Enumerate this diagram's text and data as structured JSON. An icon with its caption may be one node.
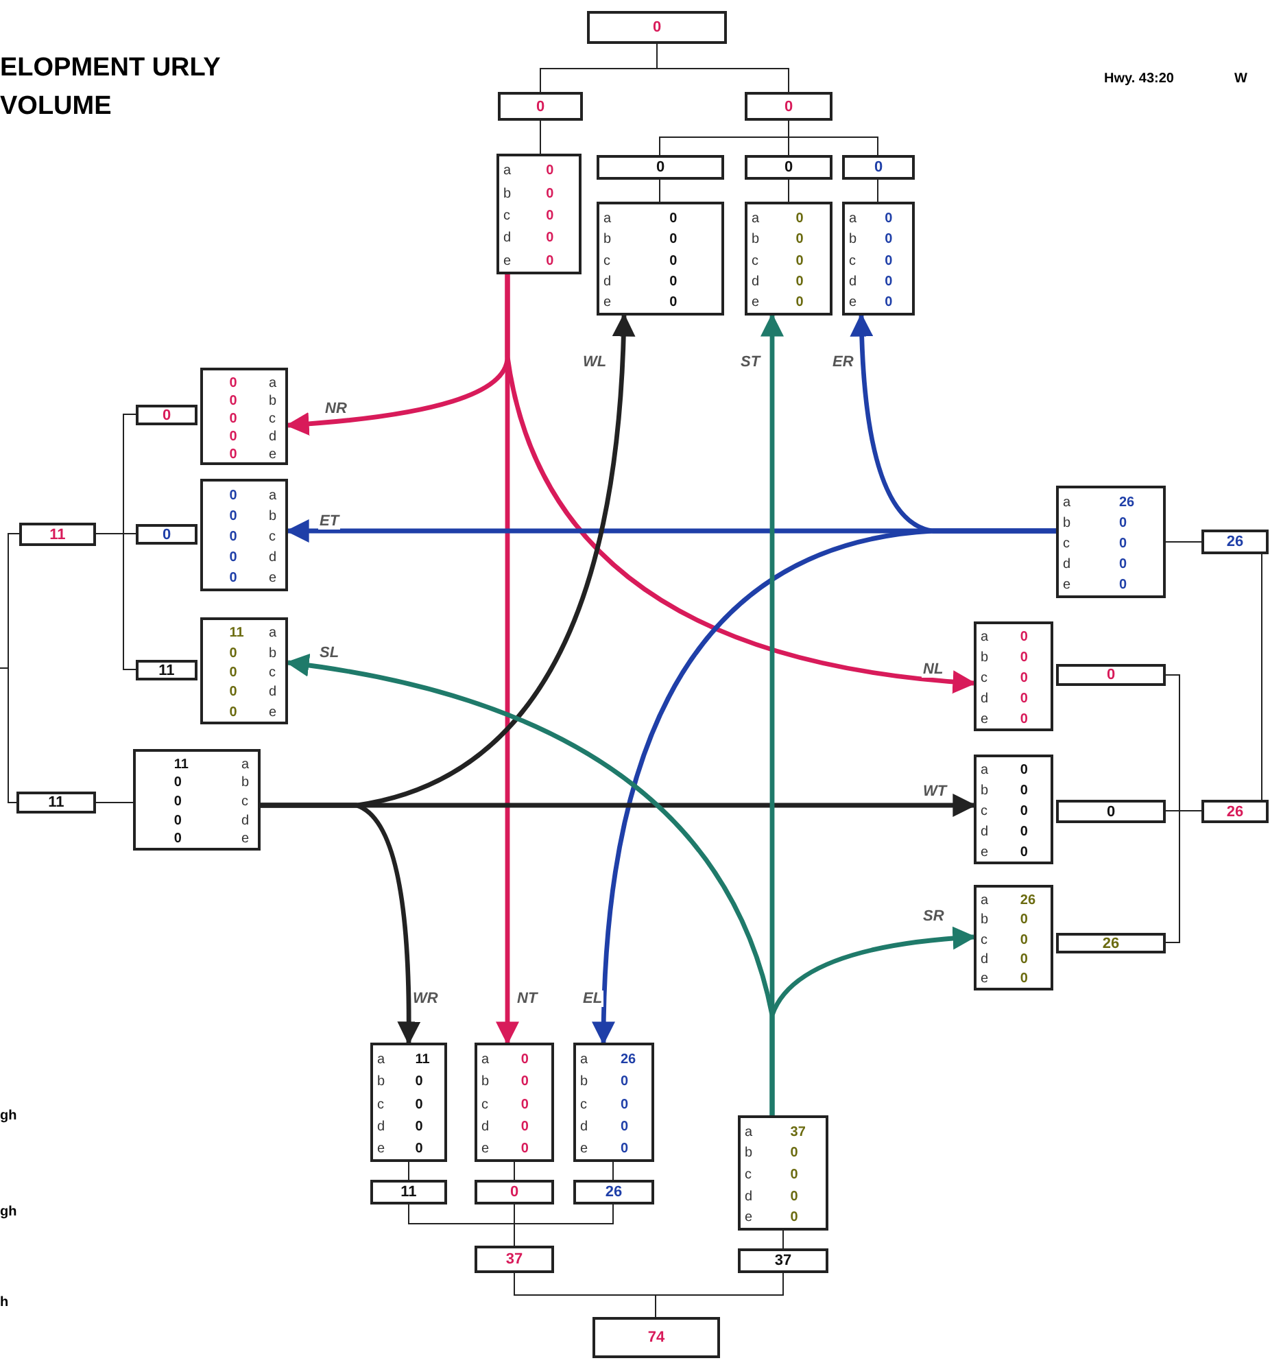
{
  "diagram": {
    "title": "ELOPMENT URLY VOLUME",
    "nodes": [
      {
        "text": [
          "0"
        ]
      },
      {
        "text": [
          "0"
        ]
      },
      {
        "text": [
          "0"
        ]
      },
      {
        "text": [
          "a",
          "b",
          "c",
          "d",
          "e",
          "0",
          "0",
          "0",
          "0",
          "0"
        ]
      },
      {
        "text": [
          "0"
        ]
      },
      {
        "text": [
          "0"
        ]
      },
      {
        "text": [
          "0"
        ]
      },
      {
        "text": [
          "a",
          "b",
          "c",
          "d",
          "e",
          "0",
          "0",
          "0",
          "0",
          "0"
        ]
      },
      {
        "text": [
          "a",
          "b",
          "c",
          "d",
          "e",
          "0",
          "0",
          "0",
          "0",
          "0"
        ]
      },
      {
        "text": [
          "a",
          "b",
          "c",
          "d",
          "e",
          "0",
          "0",
          "0",
          "0",
          "0"
        ]
      },
      {
        "text": [
          "11"
        ]
      },
      {
        "text": [
          "0"
        ]
      },
      {
        "text": [
          "a",
          "b",
          "c",
          "d",
          "e",
          "0",
          "0",
          "0",
          "0",
          "0"
        ]
      },
      {
        "text": [
          "0"
        ]
      },
      {
        "text": [
          "a",
          "b",
          "c",
          "d",
          "e",
          "0",
          "0",
          "0",
          "0",
          "0"
        ]
      },
      {
        "text": [
          "11"
        ]
      },
      {
        "text": [
          "a",
          "b",
          "c",
          "d",
          "e",
          "11",
          "0",
          "0",
          "0",
          "0"
        ]
      },
      {
        "text": [
          "11"
        ]
      },
      {
        "text": [
          "a",
          "b",
          "c",
          "d",
          "e",
          "11",
          "0",
          "0",
          "0",
          "0"
        ]
      },
      {
        "text": [
          "a",
          "b",
          "c",
          "d",
          "e",
          "26",
          "0",
          "0",
          "0",
          "0"
        ]
      },
      {
        "text": [
          "26"
        ]
      },
      {
        "text": [
          "a",
          "b",
          "c",
          "d",
          "e",
          "0",
          "0",
          "0",
          "0",
          "0"
        ]
      },
      {
        "text": [
          "0"
        ]
      },
      {
        "text": [
          "a",
          "b",
          "c",
          "d",
          "e",
          "0",
          "0",
          "0",
          "0",
          "0"
        ]
      },
      {
        "text": [
          "0"
        ]
      },
      {
        "text": [
          "26"
        ]
      },
      {
        "text": [
          "a",
          "b",
          "c",
          "d",
          "e",
          "26",
          "0",
          "0",
          "0",
          "0"
        ]
      },
      {
        "text": [
          "26"
        ]
      },
      {
        "text": [
          "a",
          "b",
          "c",
          "d",
          "e",
          "11",
          "0",
          "0",
          "0",
          "0"
        ]
      },
      {
        "text": [
          "a",
          "b",
          "c",
          "d",
          "e",
          "0",
          "0",
          "0",
          "0",
          "0"
        ]
      },
      {
        "text": [
          "a",
          "b",
          "c",
          "d",
          "e",
          "26",
          "0",
          "0",
          "0",
          "0"
        ]
      },
      {
        "text": [
          "11"
        ]
      },
      {
        "text": [
          "0"
        ]
      },
      {
        "text": [
          "26"
        ]
      },
      {
        "text": [
          "37"
        ]
      },
      {
        "text": [
          "a",
          "b",
          "c",
          "d",
          "e",
          "37",
          "0",
          "0",
          "0",
          "0"
        ]
      },
      {
        "text": [
          "37"
        ]
      },
      {
        "text": [
          "74"
        ]
      }
    ],
    "edges": [
      {
        "from": 0,
        "to": 1,
        "arrow": "none"
      },
      {
        "from": 0,
        "to": 2,
        "arrow": "none"
      },
      {
        "from": 1,
        "to": 3,
        "arrow": "none"
      },
      {
        "from": 2,
        "to": 4,
        "arrow": "none"
      },
      {
        "from": 2,
        "to": 5,
        "arrow": "none"
      },
      {
        "from": 2,
        "to": 6,
        "arrow": "none"
      },
      {
        "from": 4,
        "to": 7,
        "arrow": "none"
      },
      {
        "from": 5,
        "to": 8,
        "arrow": "none"
      },
      {
        "from": 6,
        "to": 9,
        "arrow": "none"
      },
      {
        "from": 10,
        "to": 11,
        "arrow": "none"
      },
      {
        "from": 10,
        "to": 13,
        "arrow": "none"
      },
      {
        "from": 10,
        "to": 15,
        "arrow": "none"
      },
      {
        "from": 10,
        "to": null,
        "arrow": "none"
      },
      {
        "from": 17,
        "to": null,
        "arrow": "none"
      },
      {
        "from": 17,
        "to": 18,
        "arrow": "none"
      },
      {
        "from": 19,
        "to": 20,
        "arrow": "none"
      },
      {
        "from": 20,
        "to": 25,
        "arrow": "none"
      },
      {
        "from": 22,
        "to": 25,
        "arrow": "none"
      },
      {
        "from": 24,
        "to": 25,
        "arrow": "none"
      },
      {
        "from": 27,
        "to": 25,
        "arrow": "none"
      },
      {
        "from": 28,
        "to": 31,
        "arrow": "none"
      },
      {
        "from": 29,
        "to": 32,
        "arrow": "none"
      },
      {
        "from": 30,
        "to": 33,
        "arrow": "none"
      },
      {
        "from": 31,
        "to": 34,
        "arrow": "none"
      },
      {
        "from": 32,
        "to": 34,
        "arrow": "none"
      },
      {
        "from": 33,
        "to": 34,
        "arrow": "none"
      },
      {
        "from": 34,
        "to": 37,
        "arrow": "none"
      },
      {
        "from": 36,
        "to": 37,
        "arrow": "none"
      },
      {
        "from": 35,
        "to": 36,
        "arrow": "none"
      },
      {
        "from": 3,
        "to": 12,
        "arrow": "to",
        "label": "NR",
        "style": "thick",
        "color": "#d81b5a"
      },
      {
        "from": 3,
        "to": 29,
        "arrow": "to",
        "label": "NT",
        "style": "thick",
        "color": "#d81b5a"
      },
      {
        "from": 3,
        "to": 21,
        "arrow": "to",
        "label": "NL",
        "style": "thick",
        "color": "#d81b5a"
      },
      {
        "from": 19,
        "to": 14,
        "arrow": "to",
        "label": "ET",
        "style": "thick",
        "color": "#1f3fa8"
      },
      {
        "from": 19,
        "to": 9,
        "arrow": "to",
        "label": "ER",
        "style": "thick",
        "color": "#1f3fa8"
      },
      {
        "from": 19,
        "to": 30,
        "arrow": "to",
        "label": "EL",
        "style": "thick",
        "color": "#1f3fa8"
      },
      {
        "from": 18,
        "to": 7,
        "arrow": "to",
        "label": "WL",
        "style": "thick"
      },
      {
        "from": 18,
        "to": 23,
        "arrow": "to",
        "label": "WT",
        "style": "thick"
      },
      {
        "from": 18,
        "to": 28,
        "arrow": "to",
        "label": "WR",
        "style": "thick"
      },
      {
        "from": 35,
        "to": 8,
        "arrow": "to",
        "label": "ST",
        "style": "thick",
        "color": "#1f7a6a"
      },
      {
        "from": 35,
        "to": 26,
        "arrow": "to",
        "label": "SR",
        "style": "thick",
        "color": "#1f7a6a"
      },
      {
        "from": 35,
        "to": 16,
        "arrow": "to",
        "label": "SL",
        "style": "thick",
        "color": "#1f7a6a"
      }
    ],
    "labels": [
      "Hwy. 43:20",
      "W",
      "gh",
      "gh",
      "h"
    ]
  }
}
